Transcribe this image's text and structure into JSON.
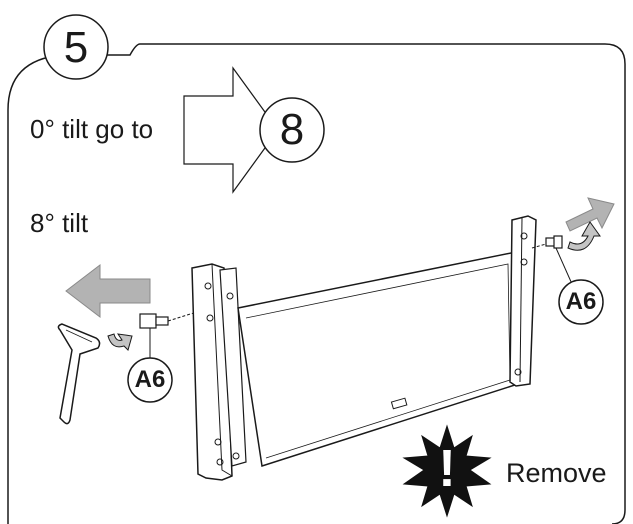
{
  "step": {
    "number": "5"
  },
  "zero_tilt": {
    "label": "0° tilt go to",
    "target_step": "8"
  },
  "eight_tilt": {
    "label": "8° tilt"
  },
  "parts": {
    "left_screw": "A6",
    "right_screw": "A6"
  },
  "warning": {
    "symbol": "!",
    "label": "Remove"
  },
  "colors": {
    "line": "#1a1a1a",
    "arrow_fill": "#b3b3b3",
    "frame_fill": "#ffffff",
    "starburst": "#111111"
  }
}
